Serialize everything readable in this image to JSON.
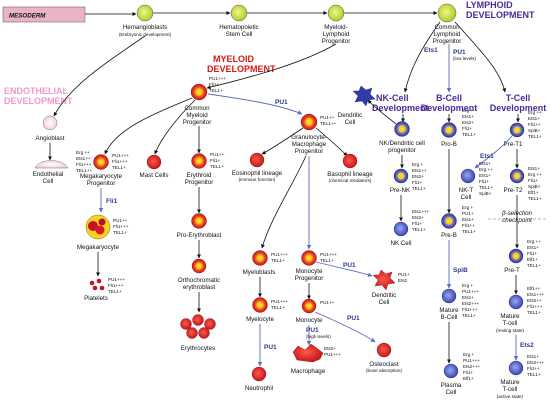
{
  "colors": {
    "mesoderm_box": "#e8b4c8",
    "myeloid": "#d81818",
    "lymphoid": "#4a2a9a",
    "endothelial": "#ef9aca",
    "pu1": "#2a3a8c",
    "arrow_lymphoid": "#5a6cc8",
    "cell_red": "#e8232a",
    "cell_yellow": "#f2d01f",
    "cell_blue": "#2f3ba8"
  },
  "headers": {
    "mesoderm": "MESODERM",
    "endothelial_1": "ENDOTHELIAL",
    "endothelial_2": "DEVELOPMENT",
    "myeloid_1": "MYELOID",
    "myeloid_2": "DEVELOPMENT",
    "lymphoid_1": "LYMPHOID",
    "lymphoid_2": "DEVELOPMENT",
    "nk_1": "NK-Cell",
    "nk_2": "Development",
    "b_1": "B-Cell",
    "b_2": "Development",
    "t_1": "T-Cell",
    "t_2": "Development"
  },
  "labels": {
    "hemangioblasts_1": "Hemangioblasts",
    "hemangioblasts_2": "(Embryonic development)",
    "hsc_1": "Hematopoietic",
    "hsc_2": "Stem Cell",
    "mlp_1": "Myeloid-",
    "mlp_2": "Lymphoid",
    "mlp_3": "Progenitor",
    "clp_1": "Common",
    "clp_2": "Lymphoid",
    "clp_3": "Progenitor",
    "angioblast": "Angioblast",
    "endothelial_cell_1": "Endothelial",
    "endothelial_cell_2": "Cell",
    "cmp_1": "Common",
    "cmp_2": "Myeloid",
    "cmp_3": "Progenitor",
    "gmp_1": "Granulocyte-",
    "gmp_2": "Macrophage",
    "gmp_3": "Progenitor",
    "mkp_1": "Megakaryocyte",
    "mkp_2": "Progenitor",
    "mast": "Mast Cells",
    "ep_1": "Erythroid",
    "ep_2": "Progenitor",
    "eos_1": "Eosinophil lineage",
    "eos_2": "(immune function)",
    "baso_1": "Basophil lineage",
    "baso_2": "(chemical mediators)",
    "mk": "Megakaryocyte",
    "platelets": "Platelets",
    "proery": "Pro-Erythroblast",
    "ortho_1": "Orthochromatic",
    "ortho_2": "erythroblast",
    "erythrocytes": "Erythrocytes",
    "myeloblasts": "Myeloblasts",
    "myelocyte": "Myelocyte",
    "neutrophil": "Neutrophil",
    "monop_1": "Monocyte",
    "monop_2": "Progenitor",
    "monocyte": "Monocyte",
    "macrophage": "Macrophage",
    "osteo_1": "Osteoclast",
    "osteo_2": "(bone absorption)",
    "dc_1": "Dendritic",
    "dc_2": "Cell",
    "nkdc_1": "NK/Dendritic cell",
    "nkdc_2": "progenitor",
    "prenk": "Pre-NK",
    "nkcell": "NK Cell",
    "prob": "Pro-B",
    "preb": "Pre-B",
    "matureb_1": "Mature",
    "matureb_2": "B-Cell",
    "plasma_1": "Plasma",
    "plasma_2": "Cell",
    "pret1": "Pre-T1",
    "pret2": "Pre-T2",
    "pret": "Pre-T",
    "nkt_1": "NK-T",
    "nkt_2": "Cell",
    "betasel_1": "β-selection",
    "betasel_2": "checkpoint",
    "maturet_1": "Mature",
    "maturet_2": "T-cell",
    "maturet_3": "(resting state)",
    "matureta_1": "Mature",
    "matureta_2": "T-cell",
    "matureta_3": "(active state)"
  },
  "factors": {
    "pu1": "PU1",
    "pu1_low": "(low levels)",
    "pu1_high": "(high levels)",
    "fli1": "Fli1",
    "ets1": "Ets1",
    "ets2": "Ets2",
    "spib": "SpiB",
    "cmp": [
      "PU1+++",
      "Fli1+",
      "TEL1+"
    ],
    "gmp": [
      "PU1++",
      "TEL1++"
    ],
    "mkp": [
      "PU1+++",
      "Fli1+++",
      "TEL1+"
    ],
    "ep": [
      "PU1++",
      "Fli1+",
      "TEL1+"
    ],
    "mk": [
      "PU1++",
      "Fli1+++",
      "TEL1+"
    ],
    "platelets": [
      "PU1+++",
      "Fli1+++",
      "TEL1+"
    ],
    "myeloblast": [
      "PU1+++",
      "TEL1+"
    ],
    "myelocyte": [
      "PU1+++",
      "TEL1+"
    ],
    "monop": [
      "PU1+++",
      "TEL1+"
    ],
    "monocyte": [
      "PU1++"
    ],
    "macrophage": [
      "Ets2+",
      "PU1+++"
    ],
    "dc_right": [
      "PU1+",
      "Ets2"
    ],
    "endothelial": [
      "Erg ++",
      "Ets1++",
      "Fli1+++",
      "TEL1++"
    ],
    "prenk": [
      "Erg +",
      "Ets1++",
      "Ets2+",
      "Fli1+",
      "TEL1+"
    ],
    "prenk2": [
      "Ets1+++",
      "Ets2+",
      "Fli1+",
      "TEL1+"
    ],
    "prob": [
      "Erg +",
      "Ets1+",
      "Ets2+",
      "Fli1+",
      "TEL1+"
    ],
    "preb": [
      "Erg +",
      "PU1+",
      "Ets1+",
      "Fli1++",
      "TEL1+"
    ],
    "matureb": [
      "Erg +",
      "PU1+++",
      "Ets1+",
      "Ets2+++",
      "Fli1+++",
      "TEL1+"
    ],
    "plasma": [
      "Erg +",
      "PU1+++",
      "Ets2+++",
      "Fli1+",
      "Elf1+"
    ],
    "pret1": [
      "Erg ++",
      "Ets1+",
      "Fli1++",
      "SpiB+",
      "TEL1+"
    ],
    "nkt": [
      "Ets1+",
      "Erg ++",
      "Ets1+",
      "Fli1+",
      "TEL1+",
      "SpiB+"
    ],
    "pret2": [
      "Ets1+",
      "Erg ++",
      "Fli1+",
      "SpiB+",
      "Elf1+",
      "TEL1+"
    ],
    "pret": [
      "Erg ++",
      "Ets1+",
      "Fli1+",
      "Elf1+",
      "TEL1+"
    ],
    "maturet": [
      "Elf1++",
      "Ets1+++",
      "Ets2++",
      "Fli1+++",
      "TEL1+"
    ],
    "matureta": [
      "Ets1+",
      "Ets2+++",
      "Fli1++",
      "TEL1+"
    ]
  }
}
